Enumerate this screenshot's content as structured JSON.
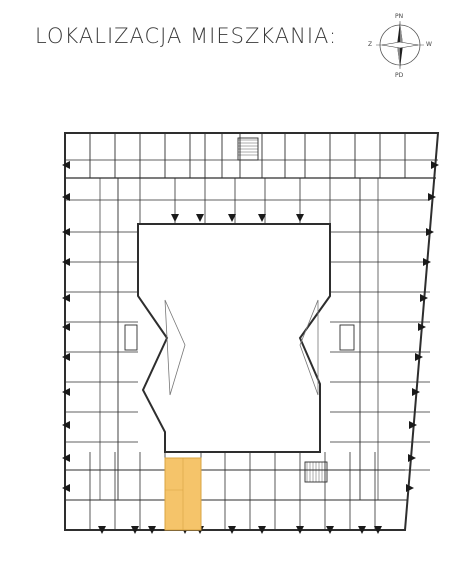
{
  "title": "LOKALIZACJA MIESZKANIA:",
  "compass": {
    "north": "PN",
    "south": "PD",
    "west": "Z",
    "east": "W"
  },
  "colors": {
    "highlight": "#f5c46a",
    "highlight_stroke": "#d9a441",
    "wall": "#2e2e2e",
    "text": "#3a3a3a"
  },
  "icons": [
    "compass-rose-icon",
    "entrance-arrow-icon"
  ],
  "plan": {
    "highlighted_unit": "selected-apartment"
  }
}
